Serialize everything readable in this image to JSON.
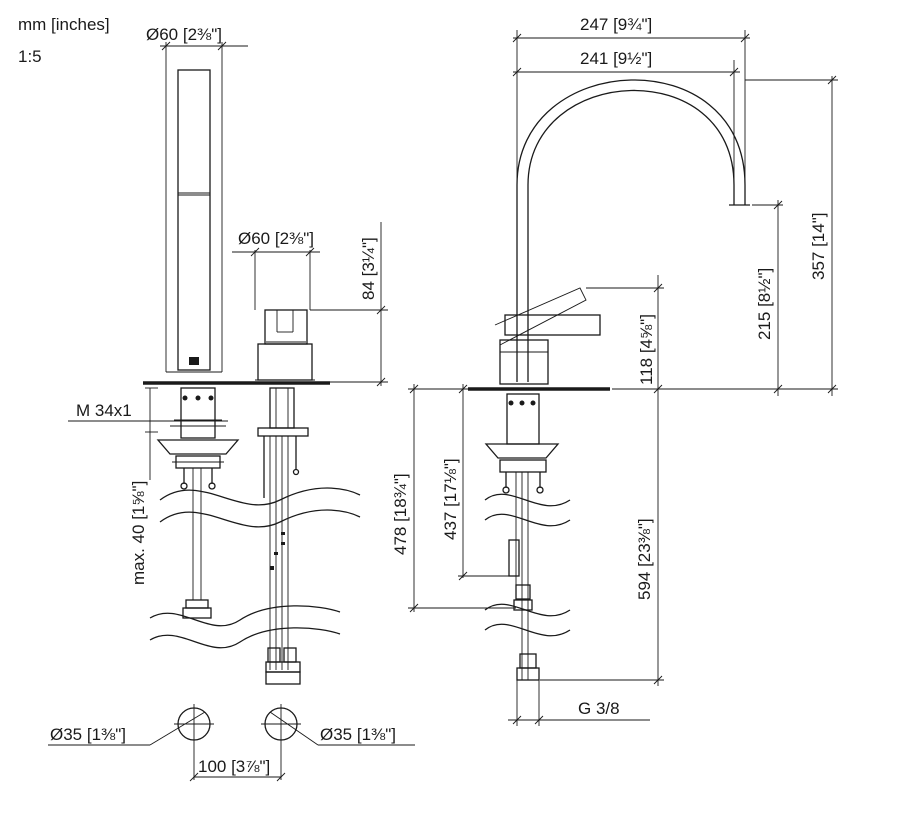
{
  "header": {
    "units_label": "mm [inches]",
    "scale_label": "1:5"
  },
  "dimensions": {
    "shower_diameter": "Ø60 [2⅜\"]",
    "valve_diameter": "Ø60 [2⅜\"]",
    "valve_height": "84 [3¼\"]",
    "thread": "M 34x1",
    "max_deck_thickness": "max. 40 [1⅝\"]",
    "hole_left": "Ø35 [1⅜\"]",
    "hole_right": "Ø35 [1⅜\"]",
    "hole_spacing": "100 [3⅞\"]",
    "spout_reach_outer": "247 [9¾\"]",
    "spout_reach_inner": "241 [9½\"]",
    "spout_height": "357 [14\"]",
    "spout_outlet_height": "215 [8½\"]",
    "lever_height": "118 [4⅝\"]",
    "below_deck_478": "478 [18¾\"]",
    "below_deck_437": "437 [17⅛\"]",
    "hose_length": "594 [23⅜\"]",
    "connection": "G 3/8"
  }
}
